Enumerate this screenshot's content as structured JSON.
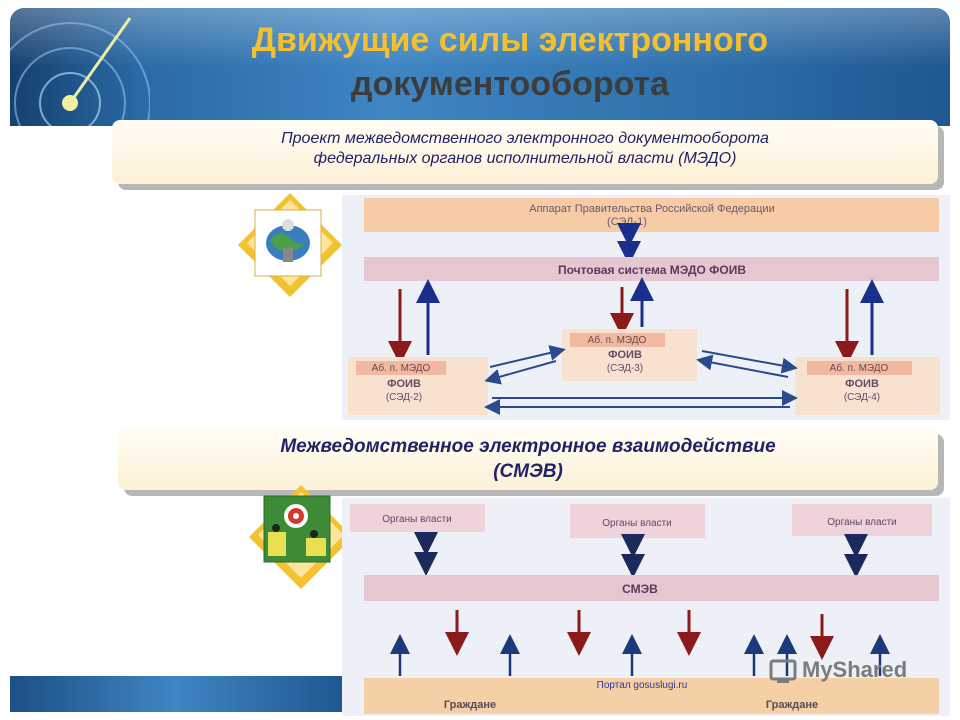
{
  "title": {
    "line1": "Движущие силы электронного",
    "line2": "документооборота"
  },
  "box1": {
    "line1": "Проект межведомственного  электронного документооборота",
    "line2": "федеральных органов исполнительной власти (МЭДО)"
  },
  "box2": {
    "line1": "Межведомственное   электронное  взаимодействие",
    "line2": "(СМЭВ)"
  },
  "medo": {
    "top_line1": "Аппарат Правительства Российской Федерации",
    "top_line2": "(СЭД-1)",
    "mail": "Почтовая система МЭДО ФОИВ",
    "node_left": {
      "tag": "Аб. п. МЭДО",
      "name": "ФОИВ",
      "sed": "(СЭД-2)"
    },
    "node_mid": {
      "tag": "Аб. п. МЭДО",
      "name": "ФОИВ",
      "sed": "(СЭД-3)"
    },
    "node_right": {
      "tag": "Аб. п. МЭДО",
      "name": "ФОИВ",
      "sed": "(СЭД-4)"
    }
  },
  "smev": {
    "org1": "Органы власти",
    "org2": "Органы власти",
    "org3": "Органы власти",
    "smev": "СМЭВ",
    "portal": "Портал gosuslugi.ru",
    "cit1": "Граждане",
    "cit2": "Граждане"
  },
  "watermark": "MyShared",
  "colors": {
    "header": "#2a6aa6",
    "title": "#f4c030",
    "arrow_red": "#8b1a1a",
    "arrow_blue": "#1a2f8b"
  }
}
